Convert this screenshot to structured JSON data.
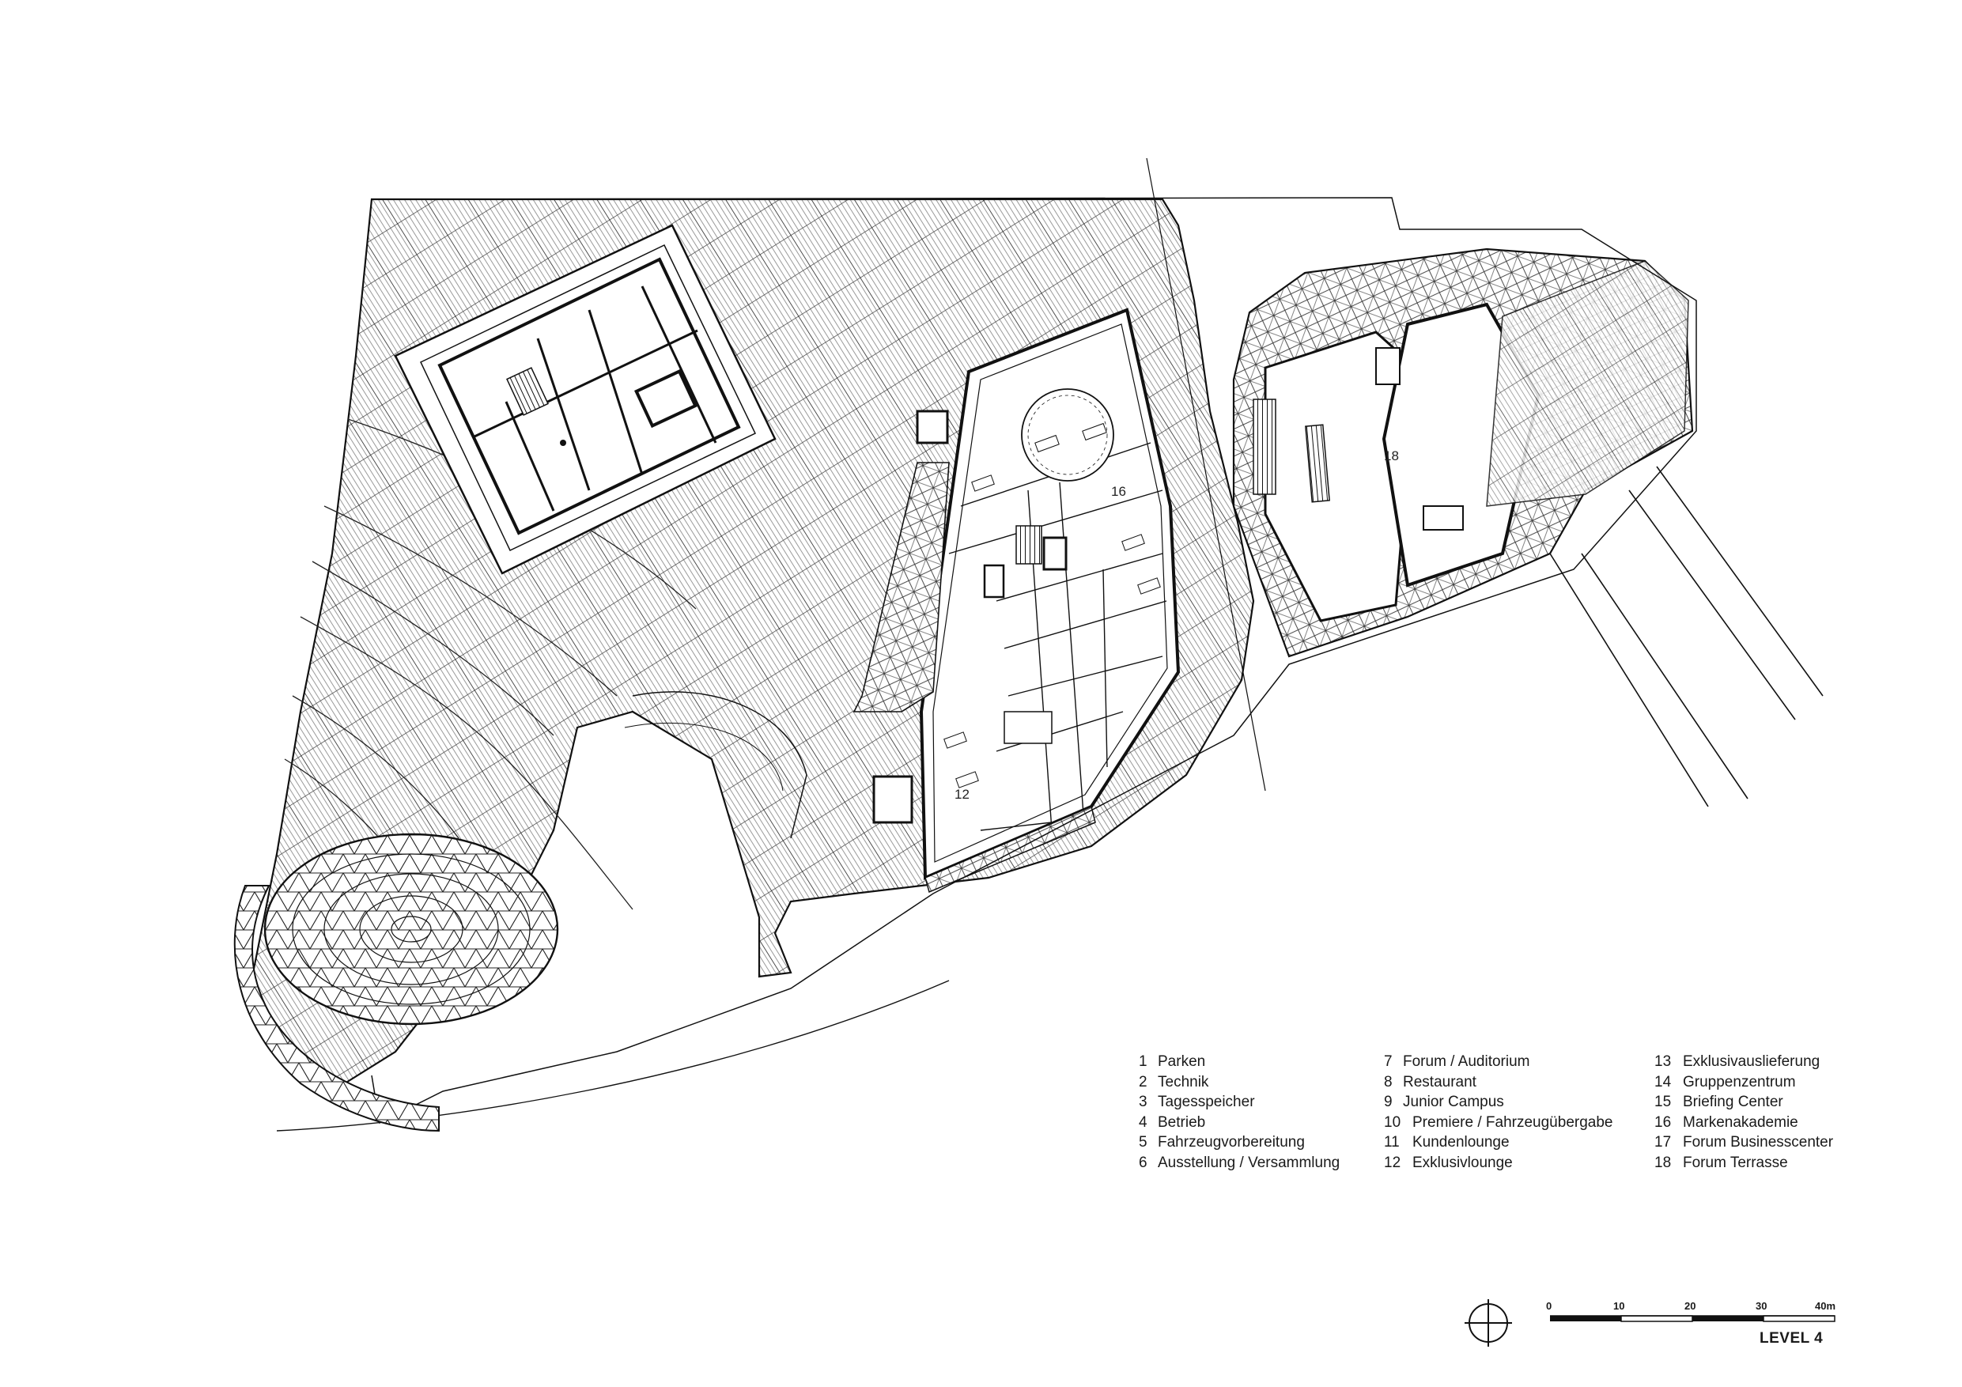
{
  "room_labels": {
    "label_18": "18",
    "label_16": "16",
    "label_12": "12"
  },
  "legend": {
    "col1": [
      {
        "num": "1",
        "text": "Parken"
      },
      {
        "num": "2",
        "text": "Technik"
      },
      {
        "num": "3",
        "text": "Tagesspeicher"
      },
      {
        "num": "4",
        "text": "Betrieb"
      },
      {
        "num": "5",
        "text": "Fahrzeugvorbereitung"
      },
      {
        "num": "6",
        "text": "Ausstellung / Versammlung"
      }
    ],
    "col2": [
      {
        "num": "7",
        "text": "Forum / Auditorium"
      },
      {
        "num": "8",
        "text": "Restaurant"
      },
      {
        "num": "9",
        "text": "Junior Campus"
      },
      {
        "num": "10",
        "text": "Premiere / Fahrzeugübergabe"
      },
      {
        "num": "11",
        "text": "Kundenlounge"
      },
      {
        "num": "12",
        "text": "Exklusivlounge"
      }
    ],
    "col3": [
      {
        "num": "13",
        "text": "Exklusivauslieferung"
      },
      {
        "num": "14",
        "text": "Gruppenzentrum"
      },
      {
        "num": "15",
        "text": "Briefing Center"
      },
      {
        "num": "16",
        "text": "Markenakademie"
      },
      {
        "num": "17",
        "text": "Forum Businesscenter"
      },
      {
        "num": "18",
        "text": "Forum Terrasse"
      }
    ]
  },
  "scale_bar": {
    "ticks": [
      "0",
      "10",
      "20",
      "30",
      "40m"
    ]
  },
  "level_title": "LEVEL 4",
  "icons": {
    "north_symbol": "north-arrow-icon"
  },
  "colors": {
    "line": "#1a1a1a",
    "hatch": "#2a2a2a",
    "background": "#ffffff"
  }
}
